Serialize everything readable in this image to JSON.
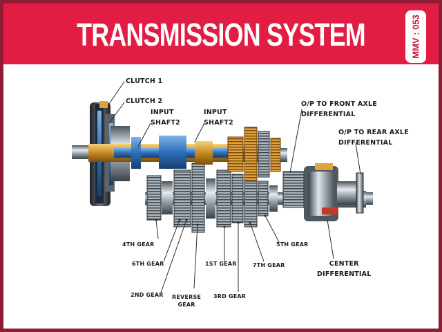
{
  "title": "TRANSMISSION SYSTEM",
  "badge": "MMV : 053",
  "labels": {
    "clutch1": "CLUTCH 1",
    "clutch2": "CLUTCH 2",
    "input_shaft_a": "INPUT\nSHAFT2",
    "input_shaft_b": "INPUT\nSHAFT2",
    "op_front": "O/P TO FRONT AXLE\nDIFFERENTIAL",
    "op_rear": "O/P TO REAR AXLE\nDIFFERENTIAL",
    "gear4": "4TH GEAR",
    "gear6": "6TH GEAR",
    "gear2": "2ND GEAR",
    "reverse": "REVERSE\nGEAR",
    "gear1": "1ST GEAR",
    "gear3": "3RD GEAR",
    "gear7": "7TH GEAR",
    "gear5": "5TH GEAR",
    "center_diff": "CENTER\nDIFFERENTIAL"
  },
  "colors": {
    "border": "#8e1c34",
    "banner": "#e21d44",
    "shaft_gold": "#d89a2c",
    "shaft_blue": "#2d6fb8",
    "steel": "#8c9aa6"
  }
}
